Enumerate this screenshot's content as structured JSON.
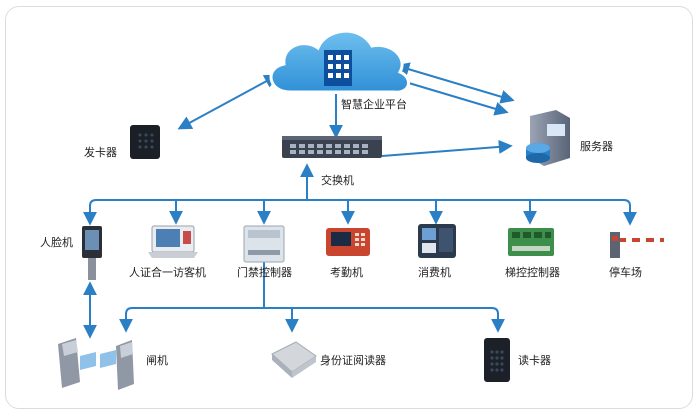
{
  "platform": {
    "label": "智慧企业平台"
  },
  "switch": {
    "label": "交换机"
  },
  "card_issuer": {
    "label": "发卡器"
  },
  "server": {
    "label": "服务器"
  },
  "devices": [
    {
      "key": "face",
      "label": "人脸机"
    },
    {
      "key": "visitor",
      "label": "人证合一访客机"
    },
    {
      "key": "access",
      "label": "门禁控制器"
    },
    {
      "key": "attendance",
      "label": "考勤机"
    },
    {
      "key": "pos",
      "label": "消费机"
    },
    {
      "key": "elevator",
      "label": "梯控控制器"
    },
    {
      "key": "parking",
      "label": "停车场"
    }
  ],
  "peripherals": [
    {
      "key": "gate",
      "label": "闸机"
    },
    {
      "key": "id-reader",
      "label": "身份证阅读器"
    },
    {
      "key": "card-reader",
      "label": "读卡器"
    }
  ],
  "colors": {
    "line": "#2b7fc4",
    "cloud": "#4aa3df",
    "frame": "#d9dde2"
  }
}
